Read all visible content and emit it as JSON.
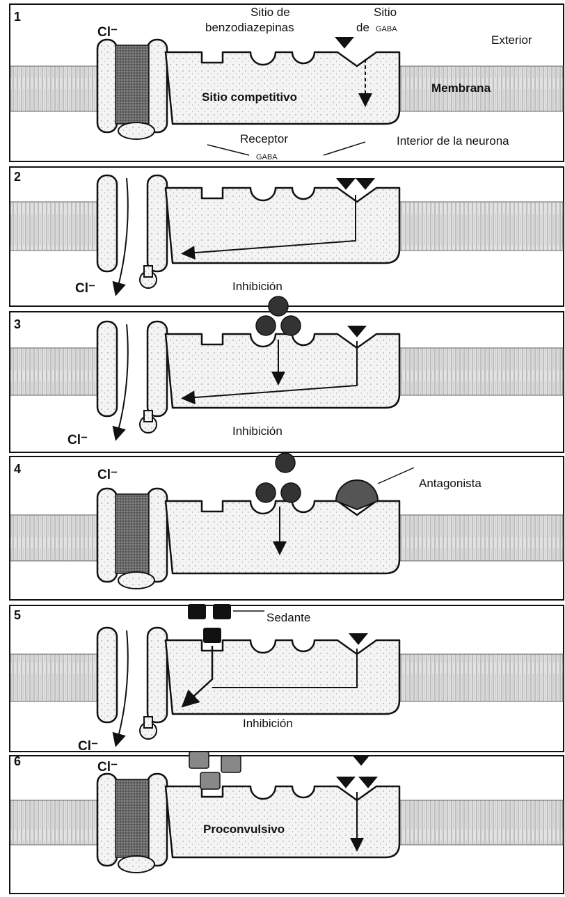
{
  "panels": [
    {
      "number": "1",
      "labels": {
        "cl": "Cl⁻",
        "benzo_site_line1": "Sitio de",
        "benzo_site_line2": "benzodiazepinas",
        "gaba_site_line1": "Sitio",
        "gaba_site_line2_a": "de",
        "gaba_site_line2_b": "GABA",
        "exterior": "Exterior",
        "competitive": "Sitio competitivo",
        "membrane": "Membrana",
        "receptor_line1": "Receptor",
        "receptor_line2": "GABA",
        "interior": "Interior de la neurona"
      }
    },
    {
      "number": "2",
      "labels": {
        "cl": "Cl⁻",
        "caption": "Inhibición"
      }
    },
    {
      "number": "3",
      "labels": {
        "cl": "Cl⁻",
        "caption": "Inhibición"
      }
    },
    {
      "number": "4",
      "labels": {
        "cl": "Cl⁻",
        "antagonist": "Antagonista"
      }
    },
    {
      "number": "5",
      "labels": {
        "cl": "Cl⁻",
        "sedative": "Sedante",
        "caption": "Inhibición"
      }
    },
    {
      "number": "6",
      "labels": {
        "cl": "Cl⁻",
        "proconvulsive": "Proconvulsivo"
      }
    }
  ],
  "colors": {
    "ink": "#111111",
    "membrane_fill": "#d9d9d9",
    "receptor_fill": "#f2f2f2",
    "channel_fill": "#7a7a7a"
  }
}
